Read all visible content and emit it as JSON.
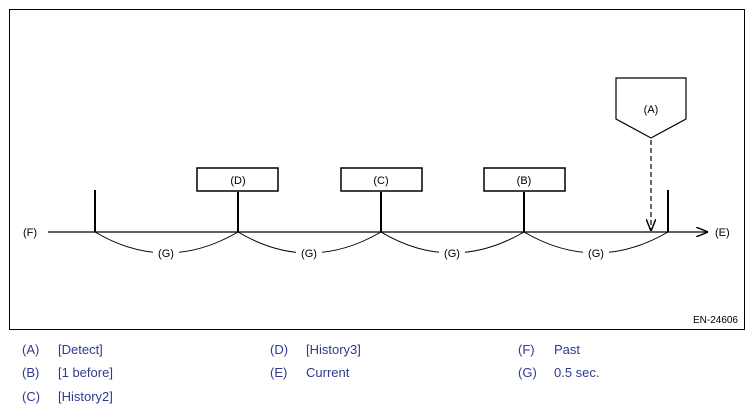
{
  "diagram": {
    "labels": {
      "A": "(A)",
      "B": "(B)",
      "C": "(C)",
      "D": "(D)",
      "E": "(E)",
      "F": "(F)",
      "G": "(G)"
    },
    "code": "EN-24606"
  },
  "legend": [
    {
      "key": "(A)",
      "text": "[Detect]"
    },
    {
      "key": "(B)",
      "text": "[1 before]"
    },
    {
      "key": "(C)",
      "text": "[History2]"
    },
    {
      "key": "(D)",
      "text": "[History3]"
    },
    {
      "key": "(E)",
      "text": "Current"
    },
    {
      "key": "(F)",
      "text": "Past"
    },
    {
      "key": "(G)",
      "text": "0.5 sec."
    }
  ],
  "colors": {
    "legend_text": "#2f3a8f",
    "line": "#000000"
  }
}
